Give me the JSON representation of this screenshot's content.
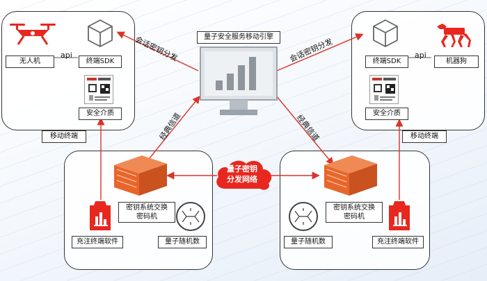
{
  "labels": {
    "drone": "无人机",
    "api_left": "api",
    "sdk_left": "终端SDK",
    "medium_left": "安全介质",
    "mobile_left": "移动终端",
    "session_left": "会话密钥分发",
    "engine_title": "量子安全服务移动引擎",
    "session_right": "会话密钥分发",
    "sdk_right": "终端SDK",
    "api_right": "api",
    "robot_dog": "机器狗",
    "medium_right": "安全介质",
    "mobile_right": "移动终端",
    "classic_left": "经典信道",
    "classic_right": "经典信道",
    "qkd_network": "量子密钥\n分发网络",
    "qkd_network_l1": "量子密钥",
    "qkd_network_l2": "分发网络",
    "exchange_left_l1": "密钥系统交换",
    "exchange_left_l2": "密码机",
    "exchange_right_l1": "密钥系统交换",
    "exchange_right_l2": "密码机",
    "charge_left": "充注终端软件",
    "qrng_left": "量子随机数",
    "qrng_right": "量子随机数",
    "charge_right": "充注终端软件"
  },
  "colors": {
    "accent_red": "#e8271f",
    "device_orange": "#e8662c",
    "arrow_red": "#d9342b",
    "border": "#333333"
  },
  "icons": [
    "drone-icon",
    "cube-icon",
    "chip-icon",
    "monitor-chart-icon",
    "robot-dog-icon",
    "server-icon",
    "cloud-icon",
    "charge-terminal-icon",
    "qrng-icon"
  ]
}
